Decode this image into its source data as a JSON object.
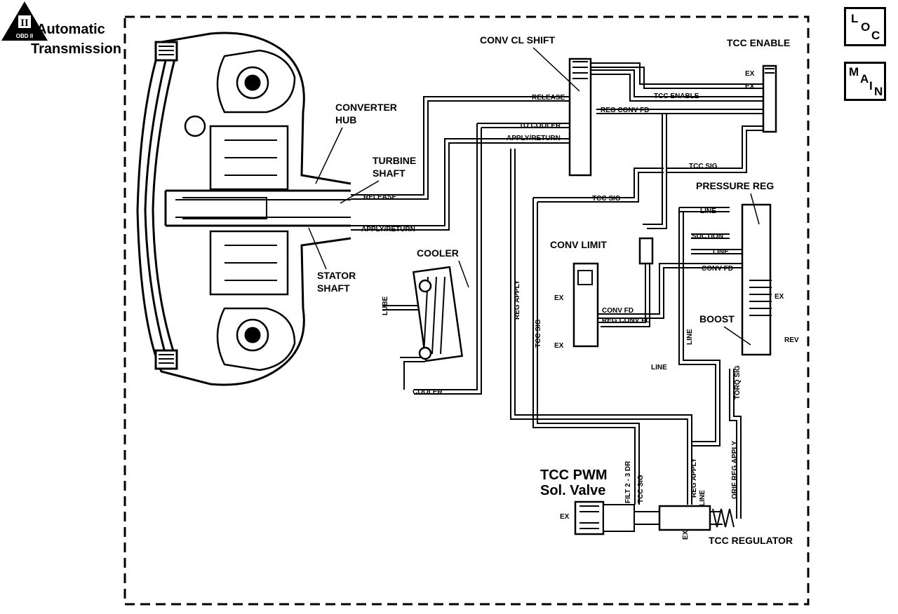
{
  "title": {
    "line1": "Automatic",
    "line2": "Transmission"
  },
  "nav": {
    "loc": {
      "letters": [
        "L",
        "O",
        "C"
      ]
    },
    "main": {
      "letters": [
        "M",
        "A",
        "I",
        "N"
      ]
    },
    "obd": {
      "numeral": "II",
      "label": "OBD II"
    }
  },
  "labels": {
    "converter_hub": [
      "CONVERTER",
      "HUB"
    ],
    "turbine_shaft": [
      "TURBINE",
      "SHAFT"
    ],
    "stator_shaft": [
      "STATOR",
      "SHAFT"
    ],
    "cooler": "COOLER",
    "conv_cl_shift": "CONV CL SHIFT",
    "tcc_enable_title": "TCC ENABLE",
    "pressure_reg": "PRESSURE REG",
    "conv_limit": "CONV LIMIT",
    "boost": "BOOST",
    "tcc_pwm": [
      "TCC PWM",
      "Sol. Valve"
    ],
    "tcc_regulator": "TCC REGULATOR"
  },
  "passages": {
    "release": "RELEASE",
    "apply_return": "APPLY/RETURN",
    "to_cooler": "TO COOLER",
    "tcc_enable": "TCC ENABLE",
    "reg_conv_fd": "REG CONV FD",
    "tcc_sig": "TCC SIG",
    "lube": "LUBE",
    "cooler_line": "COOLER",
    "reg_apply": "REG APPLY",
    "line": "LINE",
    "suction": "SUCTION",
    "conv_fd": "CONV FD",
    "rev": "REV",
    "torq_sig": "TORQ SIG",
    "filt_2_3_dr": "FILT 2 - 3 DR",
    "orif_reg_apply": "ORIF REG APPLY",
    "ex": "EX"
  }
}
